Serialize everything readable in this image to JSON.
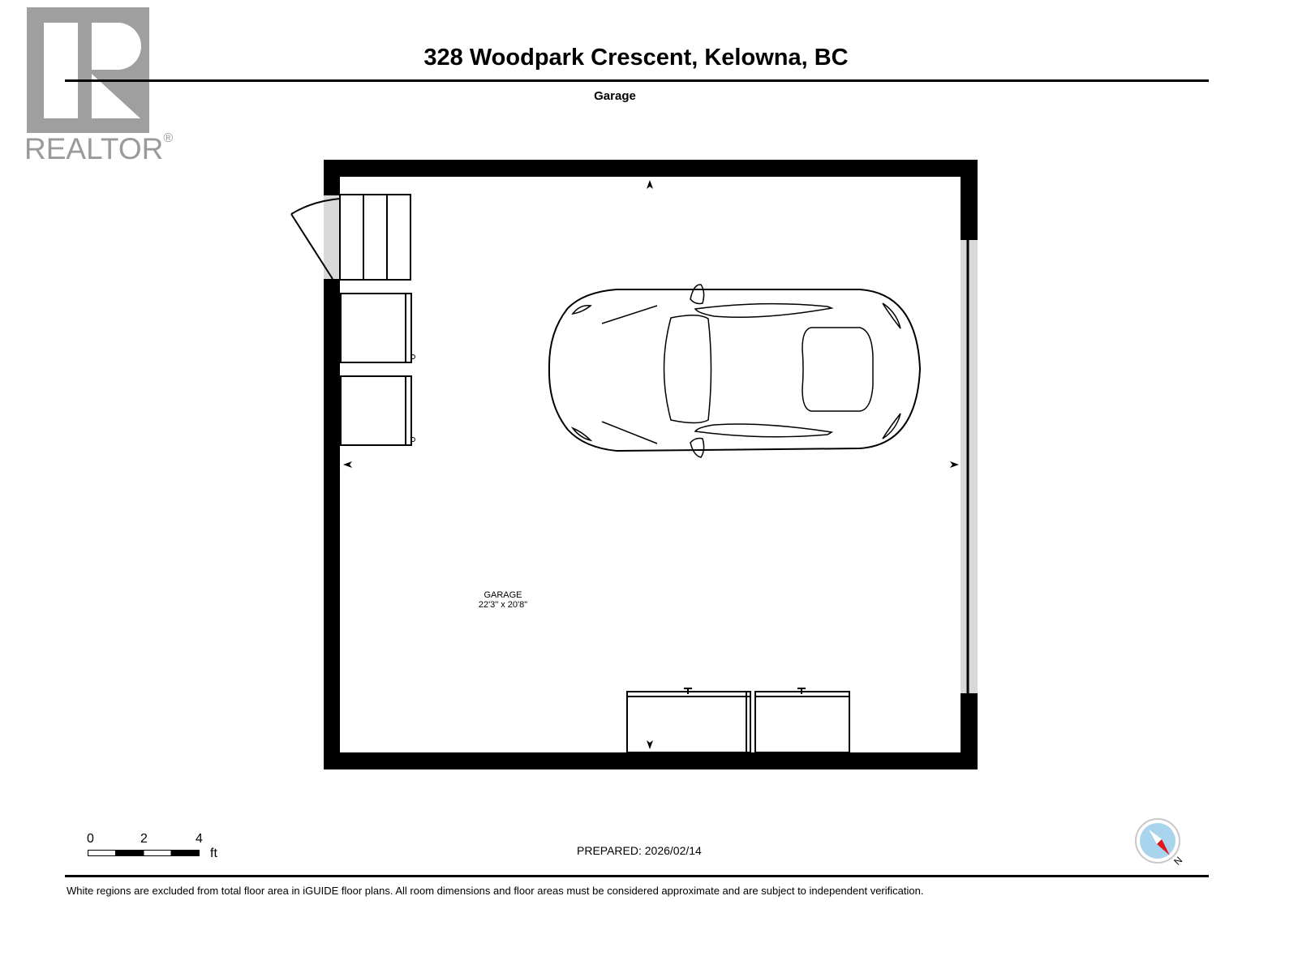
{
  "logo": {
    "brand": "REALTOR",
    "registered_mark": "®",
    "colors": {
      "gray": "#9a9a9a"
    }
  },
  "header": {
    "title": "328 Woodpark Crescent, Kelowna, BC",
    "subtitle": "Garage"
  },
  "floor_plan": {
    "rooms": [
      {
        "name": "GARAGE",
        "dimensions": "22'3\" x 20'8\""
      }
    ],
    "features": [
      "door-swing",
      "stairs",
      "storage-cabinets-left",
      "storage-cabinets-bottom",
      "garage-door-right",
      "car-topview"
    ],
    "colors": {
      "wall": "#000000",
      "opening": "#d9d9d9"
    }
  },
  "scale_bar": {
    "ticks": [
      "0",
      "2",
      "4"
    ],
    "unit": "ft"
  },
  "prepared": "PREPARED: 2026/02/14",
  "compass": {
    "label": "N",
    "colors": {
      "dial": "#a9d4ee",
      "needle": "#e3161b",
      "ring": "#c8c8c8"
    }
  },
  "footer": {
    "disclaimer": "White regions are excluded from total floor area in iGUIDE floor plans. All room dimensions and floor areas must be considered approximate and are subject to independent verification."
  }
}
